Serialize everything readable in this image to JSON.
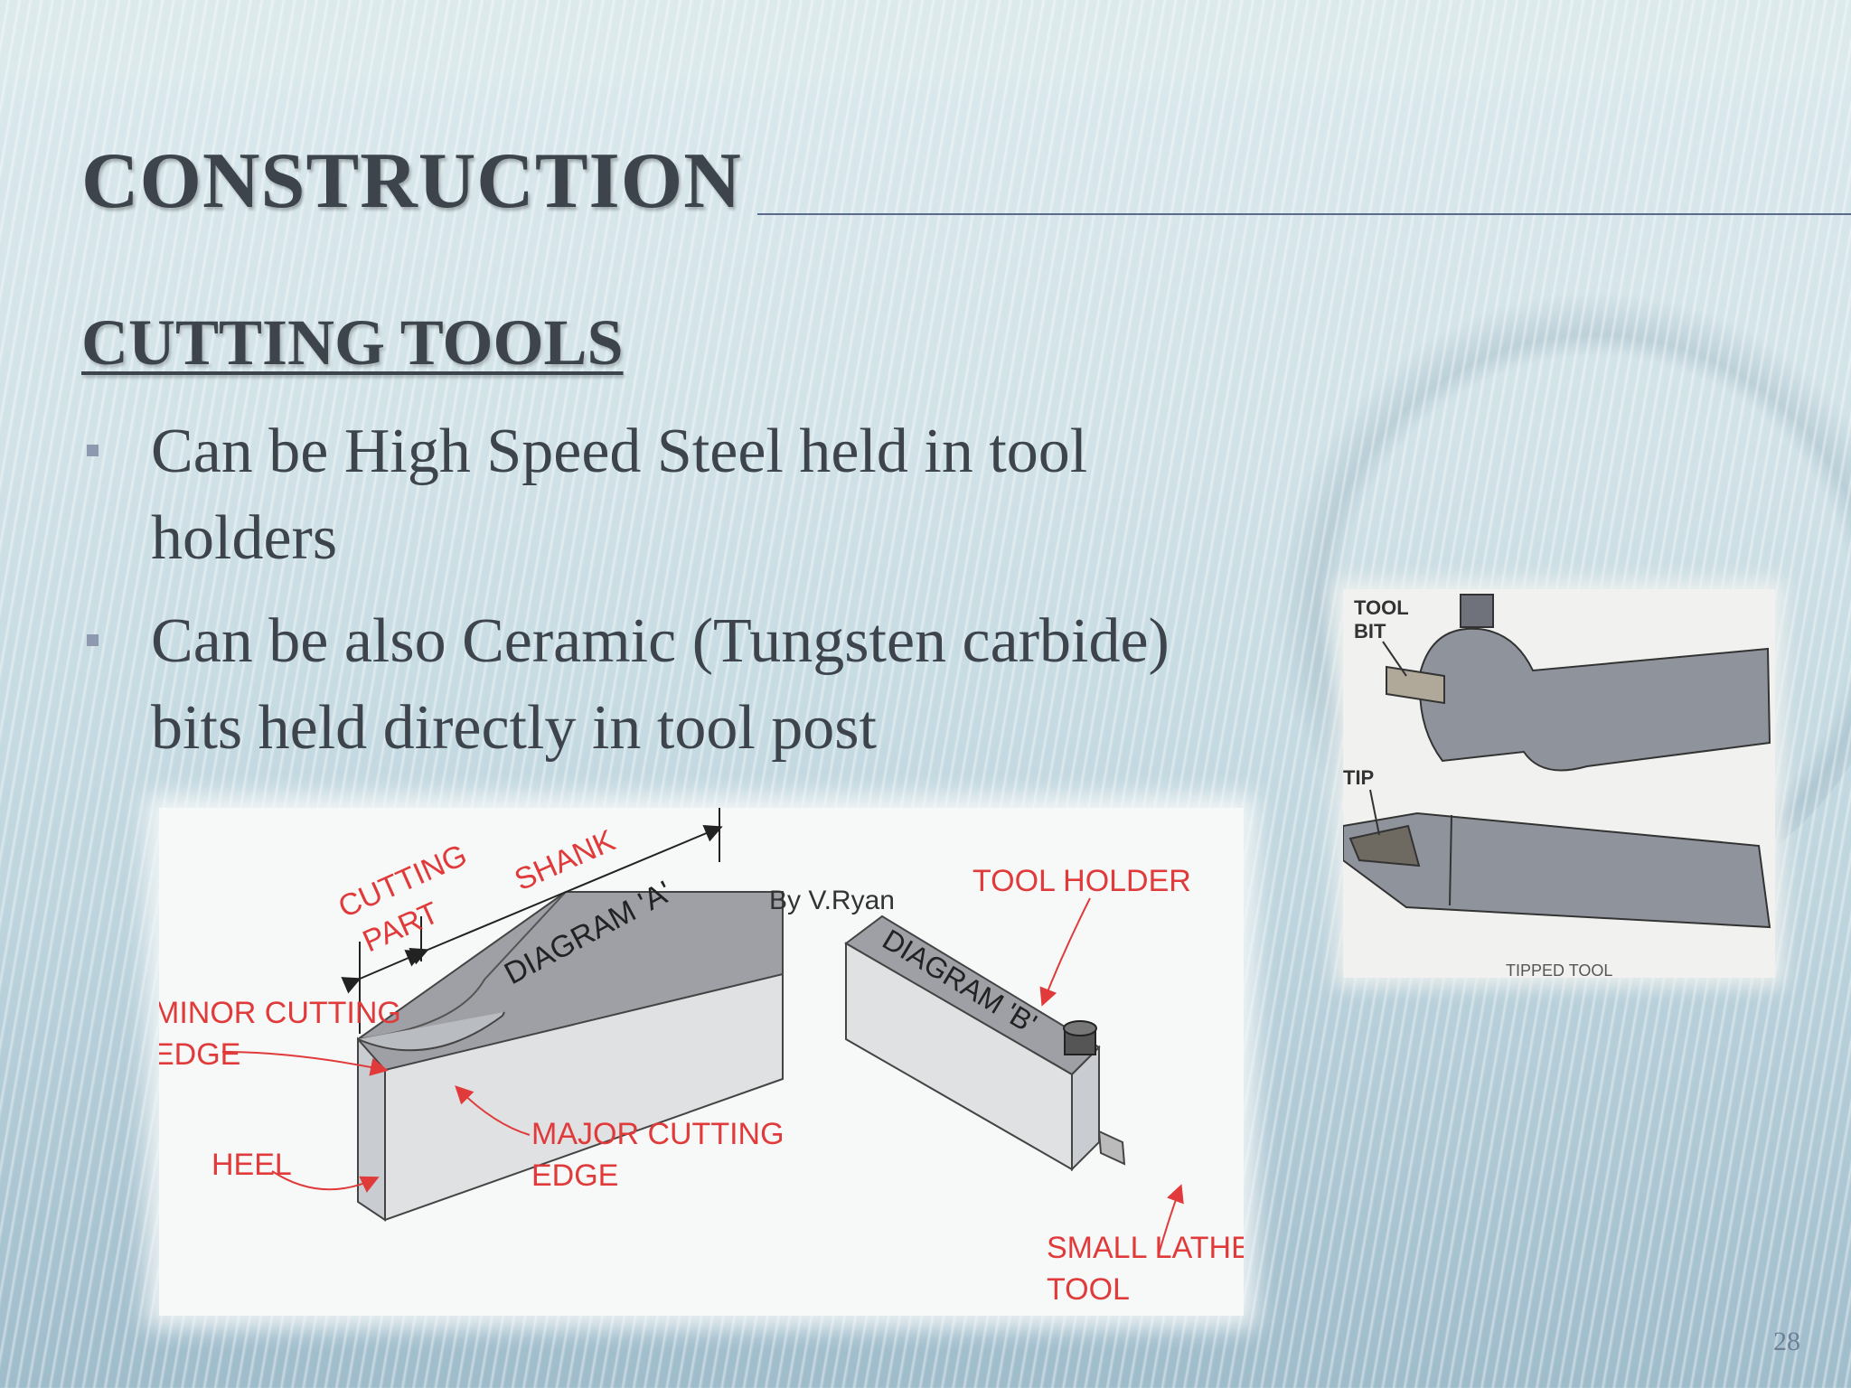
{
  "slide": {
    "title": "CONSTRUCTION",
    "subtitle": "CUTTING TOOLS",
    "bullets": [
      {
        "line1": "Can be High Speed Steel held in tool",
        "line2": "holders"
      },
      {
        "line1": "Can be also Ceramic (Tungsten carbide)",
        "line2": "bits held directly in tool post"
      }
    ],
    "page_number": "28"
  },
  "figure_a": {
    "labels": {
      "cutting_part_1": "CUTTING",
      "cutting_part_2": "PART",
      "shank": "SHANK",
      "credit": "By V.Ryan",
      "tool_holder": "TOOL HOLDER",
      "diagram_a": "DIAGRAM 'A'",
      "diagram_b": "DIAGRAM 'B'",
      "minor_1": "MINOR CUTTING",
      "minor_2": "EDGE",
      "heel": "HEEL",
      "major_1": "MAJOR CUTTING",
      "major_2": "EDGE",
      "small_1": "SMALL LATHE",
      "small_2": "TOOL"
    },
    "label_color": "#e03a3a"
  },
  "figure_b": {
    "labels": {
      "tool_bit_1": "TOOL",
      "tool_bit_2": "BIT",
      "tip": "TIP",
      "tipped": "TIPPED TOOL"
    }
  },
  "colors": {
    "title_text": "#3e444c",
    "bullet_mark": "#8d99ae",
    "rule": "#5a6a8a"
  }
}
